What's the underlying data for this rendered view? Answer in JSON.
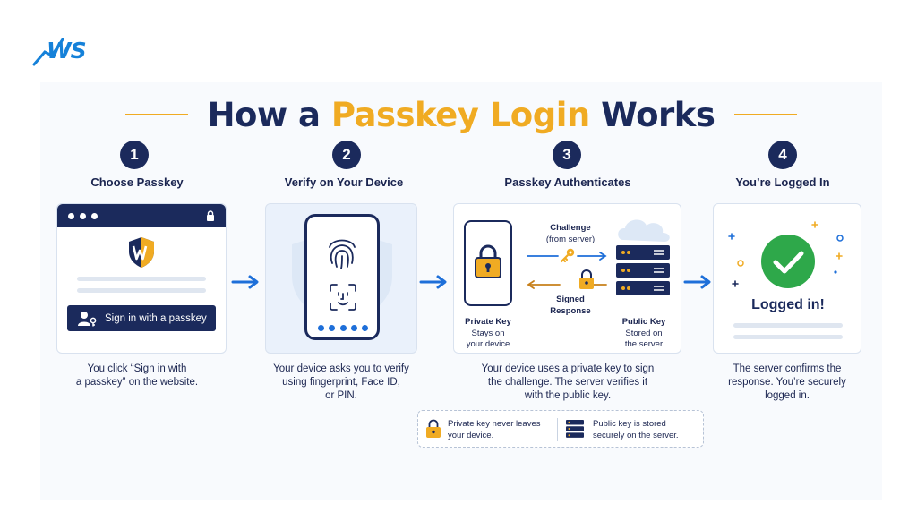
{
  "brand": {
    "logo_text": "WS"
  },
  "title": {
    "part1": "How a ",
    "accent": "Passkey Login",
    "part2": " Works"
  },
  "colors": {
    "navy": "#1b2a5c",
    "gold": "#f0ab23",
    "blue": "#1e6fd9",
    "green": "#2ea84a"
  },
  "steps": [
    {
      "number": "1",
      "title": "Choose Passkey",
      "desc": [
        "You click “Sign in with",
        "a passkey” on the website."
      ]
    },
    {
      "number": "2",
      "title": "Verify on Your Device",
      "desc": [
        "Your device asks you to verify",
        "using fingerprint, Face ID,",
        "or PIN."
      ]
    },
    {
      "number": "3",
      "title": "Passkey Authenticates",
      "desc": [
        "Your device uses a private key to sign",
        "the challenge. The server verifies it",
        "with the public key."
      ]
    },
    {
      "number": "4",
      "title": "You’re Logged In",
      "desc": [
        "The server confirms the",
        "response. You’re securely",
        "logged in."
      ]
    }
  ],
  "card1": {
    "button_label": "Sign in with a passkey"
  },
  "card3": {
    "challenge": [
      "Challenge",
      "(from server)"
    ],
    "signed": [
      "Signed",
      "Response"
    ],
    "private_key": {
      "title": "Private Key",
      "sub": [
        "Stays on",
        "your device"
      ]
    },
    "public_key": {
      "title": "Public Key",
      "sub": [
        "Stored on",
        "the server"
      ]
    }
  },
  "card4": {
    "status": "Logged in!"
  },
  "notes": {
    "left": [
      "Private key never leaves",
      "your device."
    ],
    "right": [
      "Public key is stored",
      "securely on the server."
    ]
  },
  "icons": [
    "ws-logo",
    "lock-icon",
    "shield-w-icon",
    "user-key-icon",
    "fingerprint-icon",
    "face-id-icon",
    "padlock-icon",
    "key-icon",
    "server-icon",
    "checkmark-icon",
    "arrow-right-icon"
  ]
}
